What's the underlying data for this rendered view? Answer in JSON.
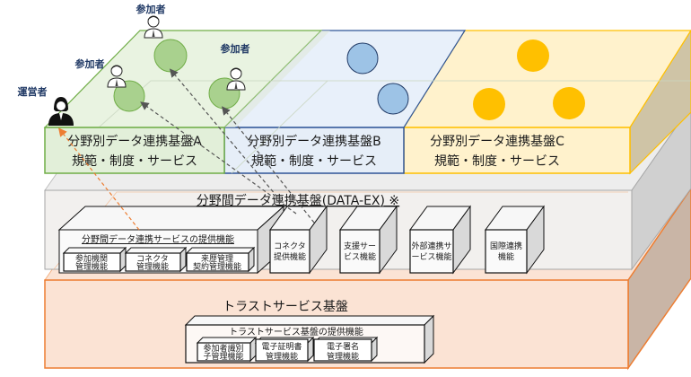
{
  "colors": {
    "green_fill": "#e9f3e1",
    "green_stroke": "#70ad47",
    "green_dot": "#a9d18e",
    "blue_fill": "#e8f0fa",
    "blue_stroke": "#2f5597",
    "blue_dot": "#9dc3e6",
    "yellow_fill": "#fff2cc",
    "yellow_stroke": "#ffc000",
    "yellow_dot": "#ffc000",
    "gray_layer": "#f2f2f2",
    "orange_layer": "#fbe3d4",
    "orange_stroke": "#ed7d31"
  },
  "roles": {
    "operator": "運営者",
    "participant_1": "参加者",
    "participant_2": "参加者",
    "participant_3": "参加者"
  },
  "platforms": [
    {
      "line1": "分野別データ連携基盤A",
      "line2": "規範・制度・サービス"
    },
    {
      "line1": "分野別データ連携基盤B",
      "line2": "規範・制度・サービス"
    },
    {
      "line1": "分野別データ連携基盤C",
      "line2": "規範・制度・サービス"
    }
  ],
  "data_ex": {
    "title": "分野間データ連携基盤(DATA-EX) ※",
    "service_group": {
      "title": "分野間データ連携サービスの提供機能",
      "items": [
        {
          "line1": "参加機関",
          "line2": "管理機能"
        },
        {
          "line1": "コネクタ",
          "line2": "管理機能"
        },
        {
          "line1": "来歴管理",
          "line2": "契約管理機能"
        }
      ]
    },
    "functions": [
      {
        "line1": "コネクタ",
        "line2": "提供機能"
      },
      {
        "line1": "支援サー",
        "line2": "ビス機能"
      },
      {
        "line1": "外部連携サ",
        "line2": "ービス機能"
      },
      {
        "line1": "国際連携",
        "line2": "機能"
      }
    ]
  },
  "trust": {
    "title": "トラストサービス基盤",
    "group": {
      "title": "トラストサービス基盤の提供機能",
      "items": [
        {
          "line1": "参加者識別",
          "line2": "子管理機能"
        },
        {
          "line1": "電子証明書",
          "line2": "管理機能"
        },
        {
          "line1": "電子署名",
          "line2": "管理機能"
        }
      ]
    }
  }
}
